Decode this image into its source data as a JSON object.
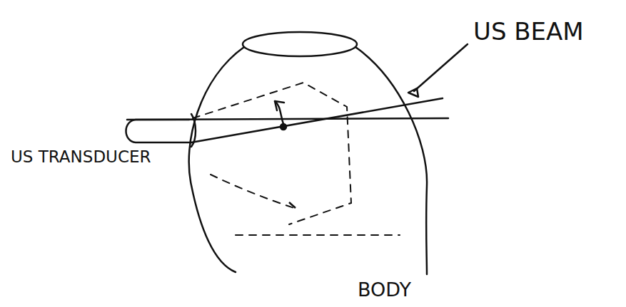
{
  "diagram": {
    "labels": [
      "US BEAM",
      "US TRANSDUCER",
      "BODY"
    ]
  }
}
